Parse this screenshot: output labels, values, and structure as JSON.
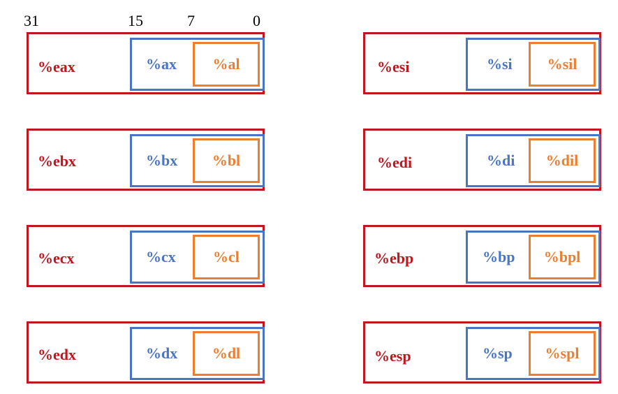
{
  "bit_labels": [
    "31",
    "15",
    "7",
    "0"
  ],
  "colors": {
    "reg32_border": "#c0161d",
    "reg16_border": "#4a74c4",
    "reg8_border": "#ed7d31"
  },
  "registers": [
    {
      "r32": "%eax",
      "r16": "%ax",
      "r8": "%al"
    },
    {
      "r32": "%ebx",
      "r16": "%bx",
      "r8": "%bl"
    },
    {
      "r32": "%ecx",
      "r16": "%cx",
      "r8": "%cl"
    },
    {
      "r32": "%edx",
      "r16": "%dx",
      "r8": "%dl"
    },
    {
      "r32": "%esi",
      "r16": "%si",
      "r8": "%sil"
    },
    {
      "r32": "%edi",
      "r16": "%di",
      "r8": "%dil"
    },
    {
      "r32": "%ebp",
      "r16": "%bp",
      "r8": "%bpl"
    },
    {
      "r32": "%esp",
      "r16": "%sp",
      "r8": "%spl"
    }
  ]
}
